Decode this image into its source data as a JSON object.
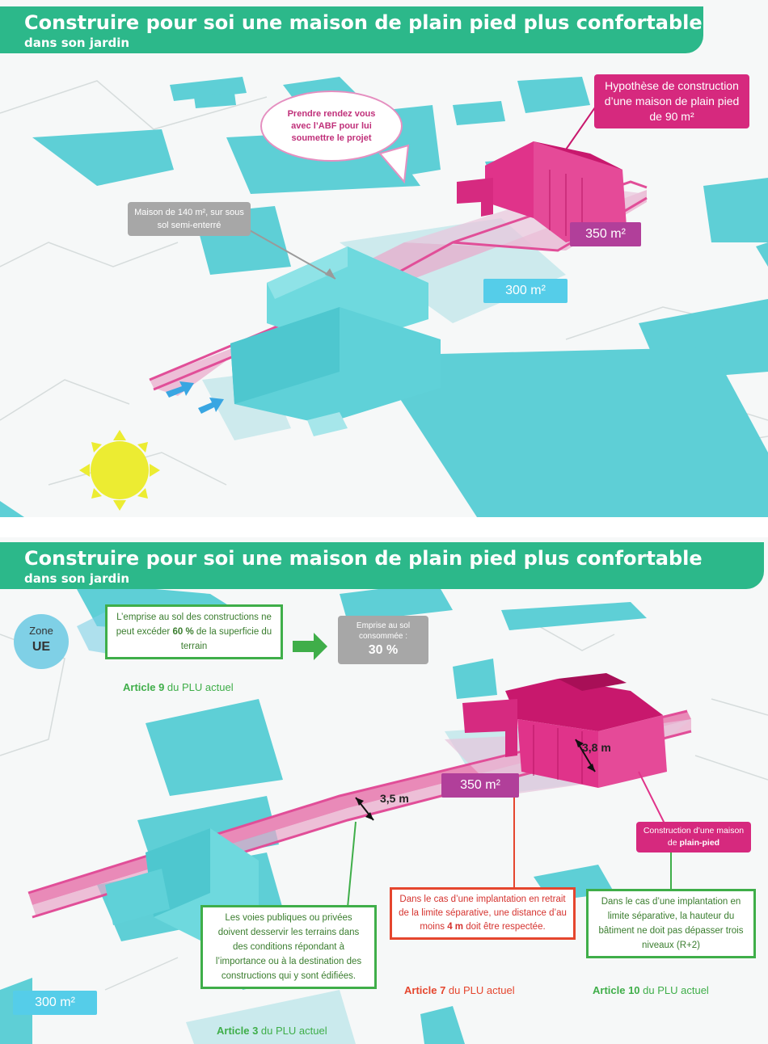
{
  "panel1": {
    "title": "Construire pour soi une maison de plain pied plus confortable",
    "subtitle": "dans son jardin",
    "hypothesis": "Hypothèse de construction d’une maison de plain pied de 90 m²",
    "abf_bubble": "Prendre rendez vous avec l’ABF pour lui soumettre le projet",
    "existing_house": "Maison de 140 m², sur sous sol semi-enterré",
    "area_350": "350 m²",
    "area_300": "300 m²",
    "colors": {
      "banner": "#2cb88a",
      "pink": "#d6297e",
      "teal": "#5ecfd6",
      "sun": "#ecec32"
    }
  },
  "panel2": {
    "title": "Construire pour soi une maison de plain pied plus confortable",
    "subtitle": "dans son jardin",
    "zone_label": "Zone",
    "zone_code": "UE",
    "article9_box": {
      "part1": "L’emprise au sol des constructions ne peut excéder ",
      "bold": "60 %",
      "part2": " de la superficie du terrain"
    },
    "article9_label": {
      "bold": "Article 9",
      "rest": " du PLU actuel"
    },
    "emprise_label": "Emprise au sol consommée :",
    "emprise_value": "30 %",
    "dim_left": "3,5 m",
    "dim_right": "3,8 m",
    "area_350": "350 m²",
    "area_300": "300 m²",
    "construction": {
      "part1": "Construction d’une maison de ",
      "bold": "plain-pied"
    },
    "article3_box": "Les voies publiques ou privées doivent desservir les terrains dans des conditions répondant à l’importance ou à la destination des constructions qui y sont édifiées.",
    "article3_label": {
      "bold": "Article 3",
      "rest": " du PLU actuel"
    },
    "article7_box": {
      "part1": "Dans le cas d’une implantation en retrait de la limite séparative, une distance d’au moins ",
      "bold": "4 m",
      "part2": " doit être respectée."
    },
    "article7_label": {
      "bold": "Article 7",
      "rest": " du PLU actuel"
    },
    "article10_box": "Dans le cas d’une implantation en limite séparative, la hauteur du bâtiment ne doit pas dépasser trois niveaux (R+2)",
    "article10_label": {
      "bold": "Article 10",
      "rest": " du PLU actuel"
    }
  }
}
